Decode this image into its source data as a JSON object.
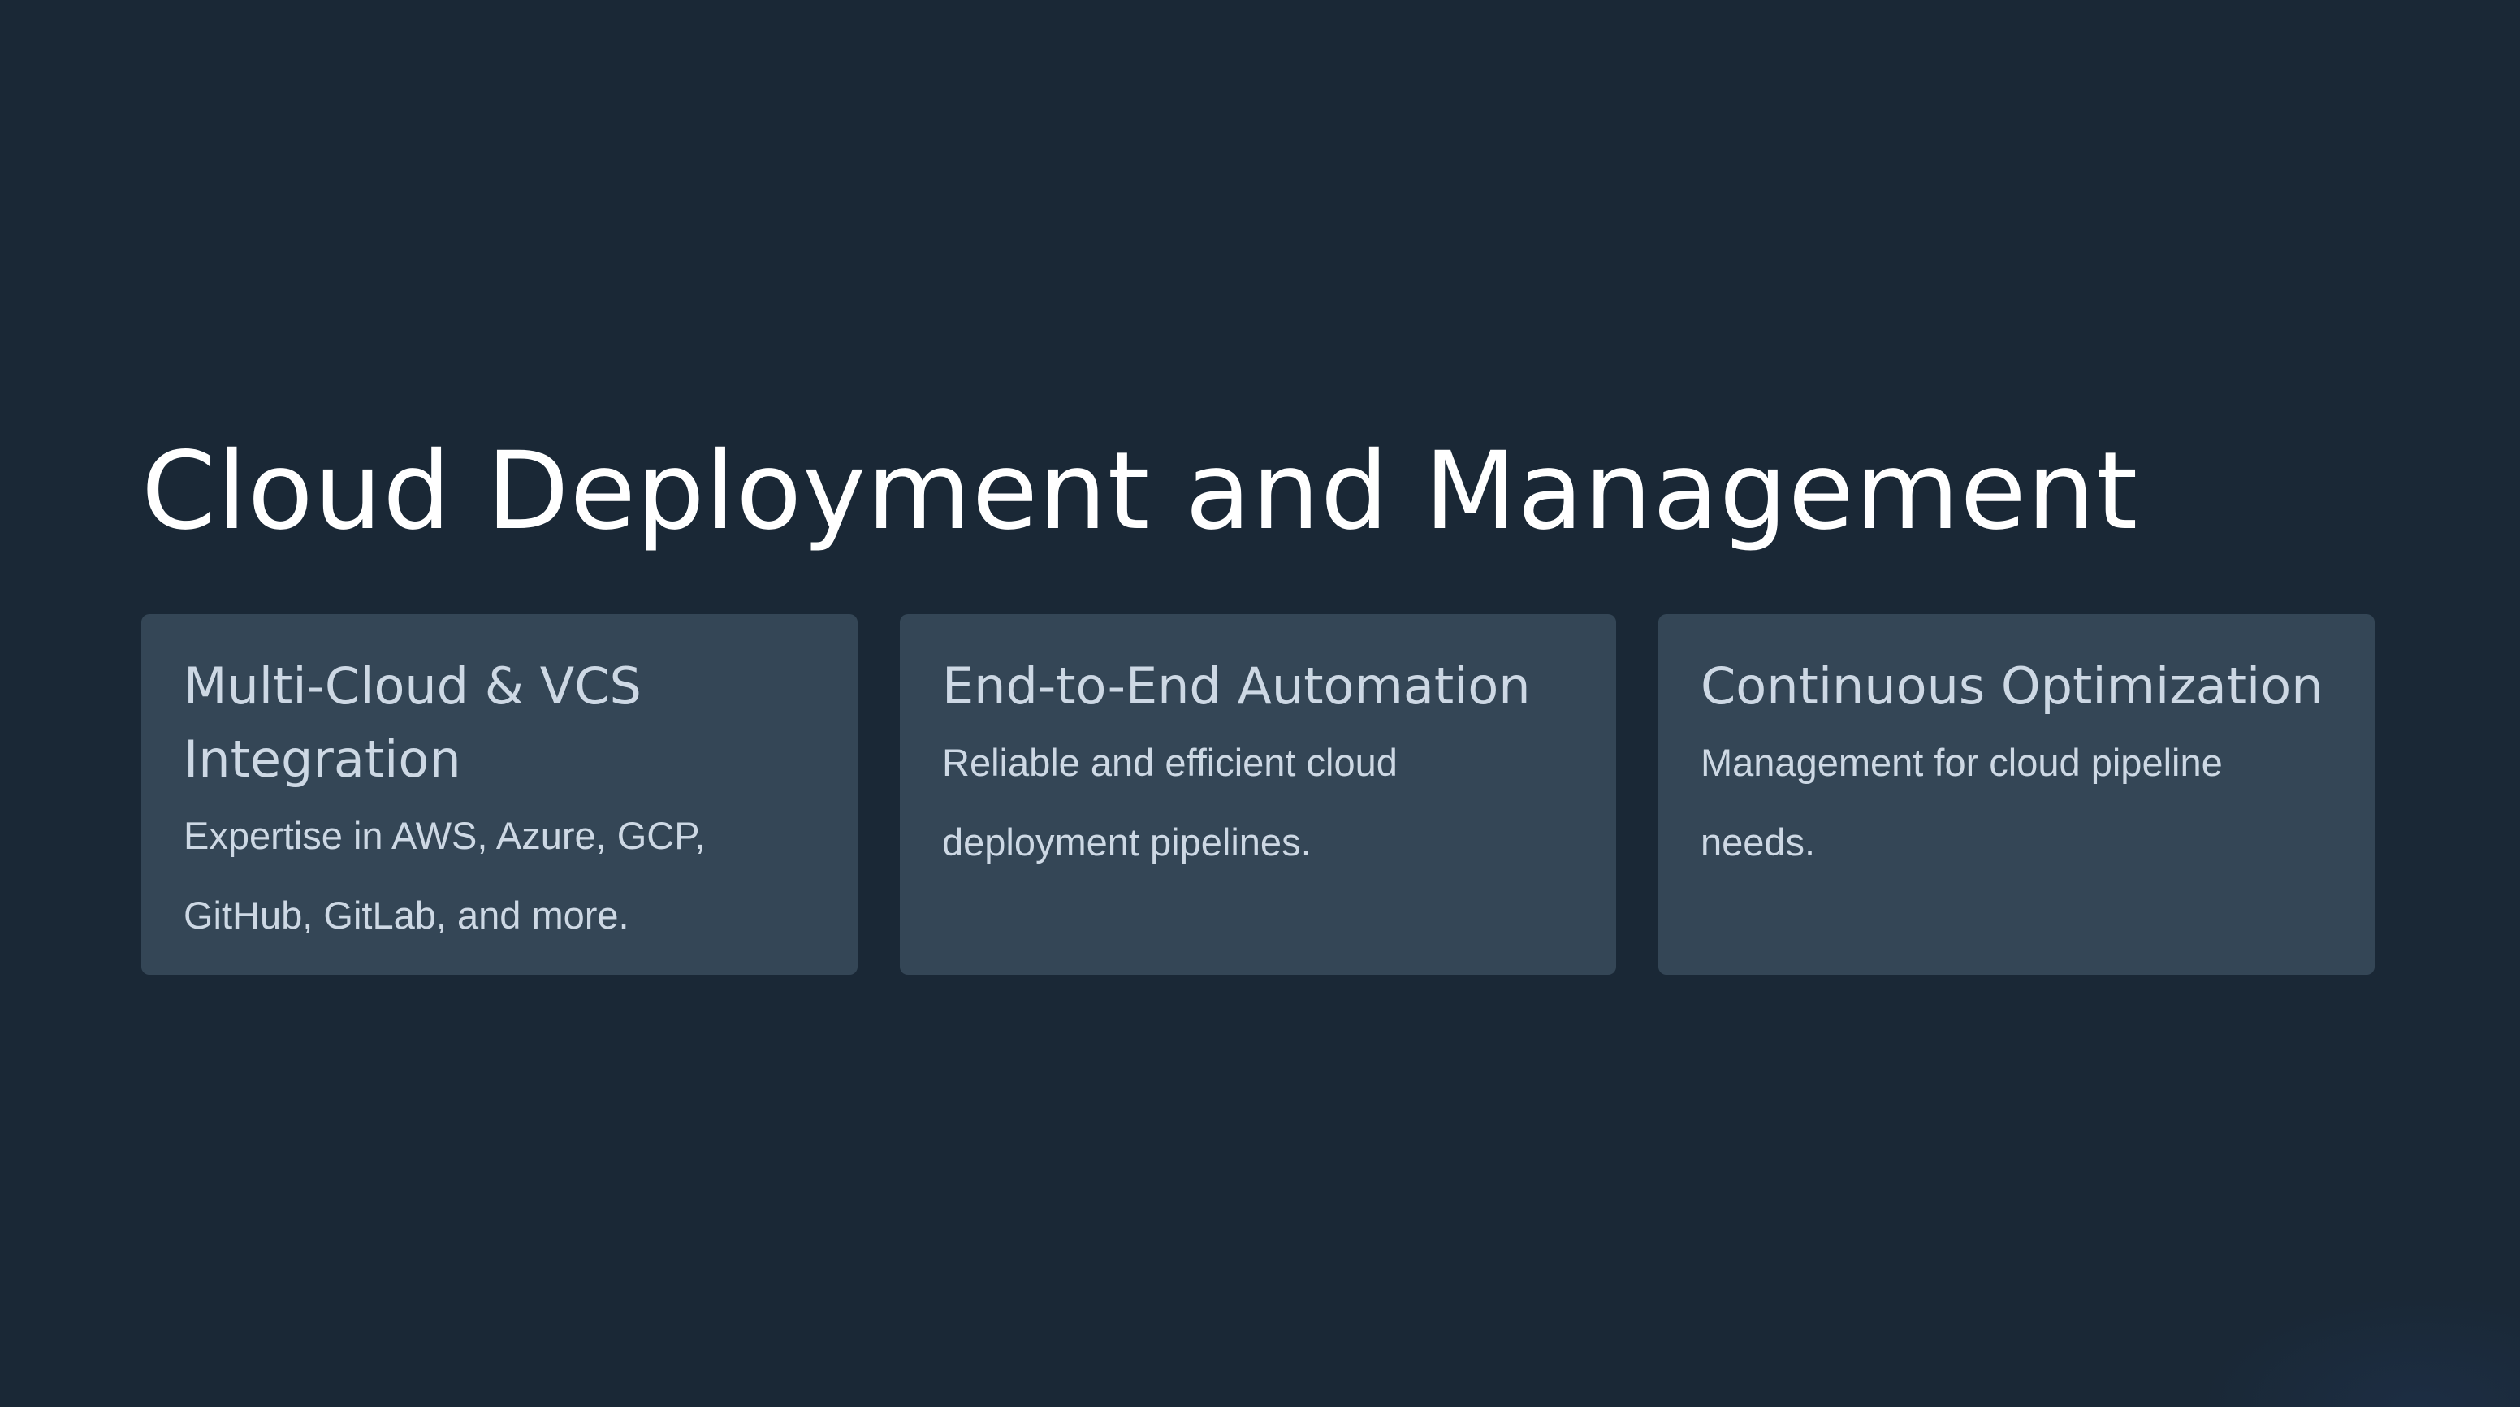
{
  "title": "Cloud Deployment and Management",
  "cards": [
    {
      "title": "Multi-Cloud & VCS Integration",
      "description": "Expertise in AWS, Azure, GCP, GitHub, GitLab, and more."
    },
    {
      "title": "End-to-End Automation",
      "description": "Reliable and efficient cloud deployment pipelines."
    },
    {
      "title": "Continuous Optimization",
      "description": "Management for cloud pipeline needs."
    }
  ],
  "colors": {
    "background": "#1a2836",
    "card": "#344656",
    "title_text": "#ffffff",
    "card_text": "#cdd8e4"
  }
}
